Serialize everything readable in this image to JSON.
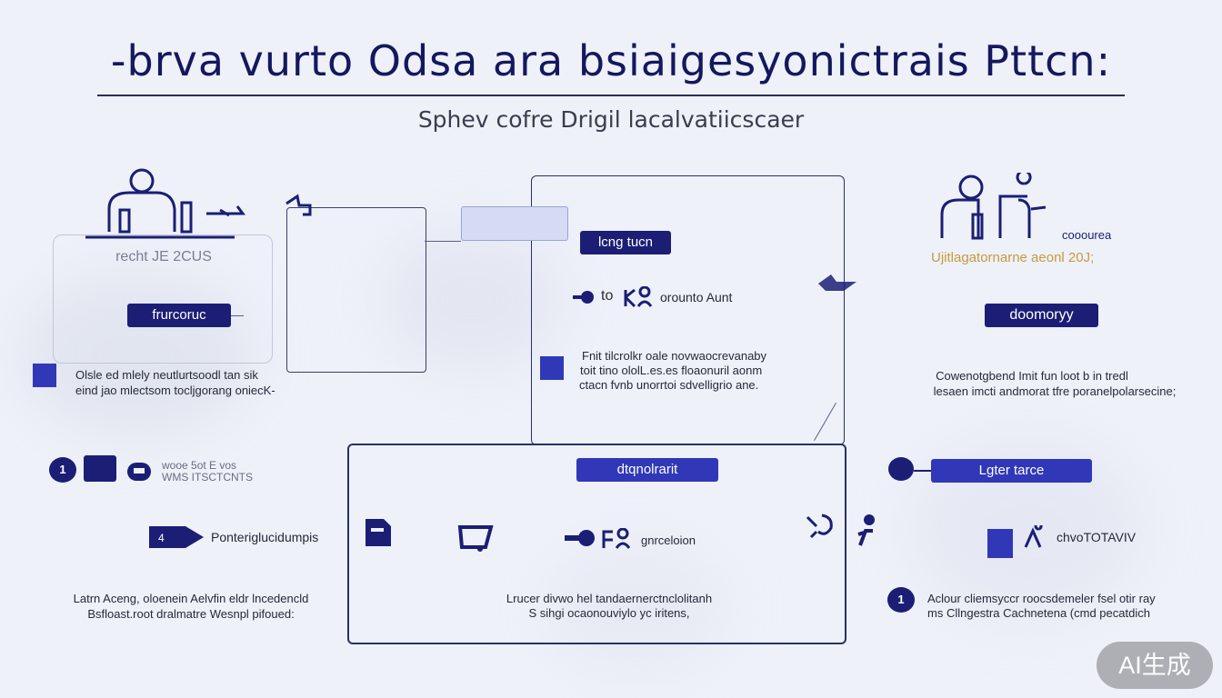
{
  "header": {
    "title": "-brva vurto Odsa ara bsiaigesyonictrais Pttcn:",
    "subtitle": "Sphev cofre Drigil lacalvatiicscaer"
  },
  "left": {
    "caption": "recht JE 2CUS",
    "pill_label": "frurcoruc",
    "row1_text_line1": "Olsle ed mlely neutlurtsoodl tan sik",
    "row1_text_line2": "eind jao mlectsom tocljgorang oniecK-",
    "badge_number": "1",
    "row2_caption_line1": "wooe 5ot E vos",
    "row2_caption_line2": "WMS ITSCTCNTS",
    "row3_number": "4",
    "row3_label": "Ponteriglucidumpis",
    "bottom_text_line1": "Latrn Aceng, oloenein Aelvfin eldr lncedencld",
    "bottom_text_line2": "Bsfloast.root dralmatre Wesnpl pifoued:"
  },
  "center": {
    "top_pill": "lcng tucn",
    "row_label": "to",
    "row_text": "orounto Aunt",
    "desc_line1": "Fnit tilcrolkr oale novwaocrevanaby",
    "desc_line2": "toit tino ololL.es.es floaonuril aonm",
    "desc_line3": "ctacn fvnb unorrtoi sdvelligrio ane.",
    "mid_pill": "dtqnolrarit",
    "mid_row_text": "gnrceloion",
    "bottom_text_line1": "Lrucer divwo hel tandaernerctnclolitanh",
    "bottom_text_line2": "S sihgi ocaonouviylo yc iritens,"
  },
  "right": {
    "caption_blue": "cooourea",
    "caption_gold": "Ujitlagatornarne aeonl 20J;",
    "pill_label": "doomoryy",
    "desc_line1": "Cowenotgbend Imit fun loot b in tredl",
    "desc_line2": "lesaen imcti andmorat tfre poranelpolarsecine;",
    "row2_pill": "Lgter tarce",
    "row3_label": "chvoTOTAVIV",
    "bottom_number": "1",
    "bottom_text_line1": "Aclour cliemsyccr roocsdemeler fsel otir ray",
    "bottom_text_line2": "ms Cllngestra Cachnetena (cmd pecatdich"
  },
  "watermark": "AI生成",
  "colors": {
    "accent": "#1b1e74",
    "accent_bright": "#3038b8",
    "gold": "#c89a3e",
    "background": "#eef1f8"
  }
}
